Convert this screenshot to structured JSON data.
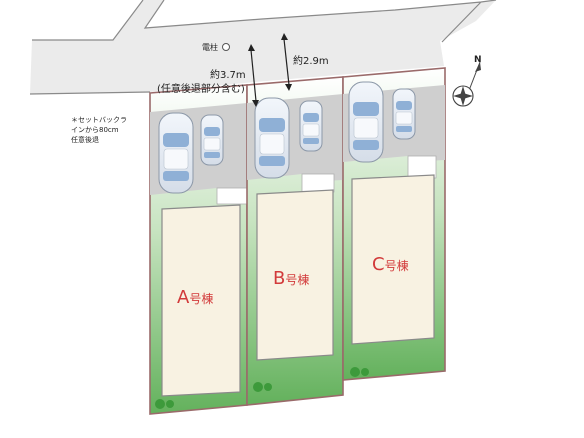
{
  "annotations": {
    "utility_pole": "電柱",
    "width_main_value": "約3.7m",
    "width_main_note": "(任意後退部分含む)",
    "width_road": "約2.9m",
    "setback_line1": "＊セットバックラ",
    "setback_line2": "インから80cm",
    "setback_line3": "任意後退"
  },
  "compass": {
    "north_label": "N",
    "icon": "compass-rose-icon"
  },
  "lots": [
    {
      "letter": "A",
      "suffix": "号棟"
    },
    {
      "letter": "B",
      "suffix": "号棟"
    },
    {
      "letter": "C",
      "suffix": "号棟"
    }
  ],
  "colors": {
    "road": "#ebebeb",
    "road_edge": "#8a8a8a",
    "lot_boundary": "#9a6a6a",
    "parking": "#cfcfcf",
    "garden": "#6fbf66",
    "building": "#f8f2e2",
    "building_edge": "#8a8a8a",
    "label": "#d23a3a"
  }
}
